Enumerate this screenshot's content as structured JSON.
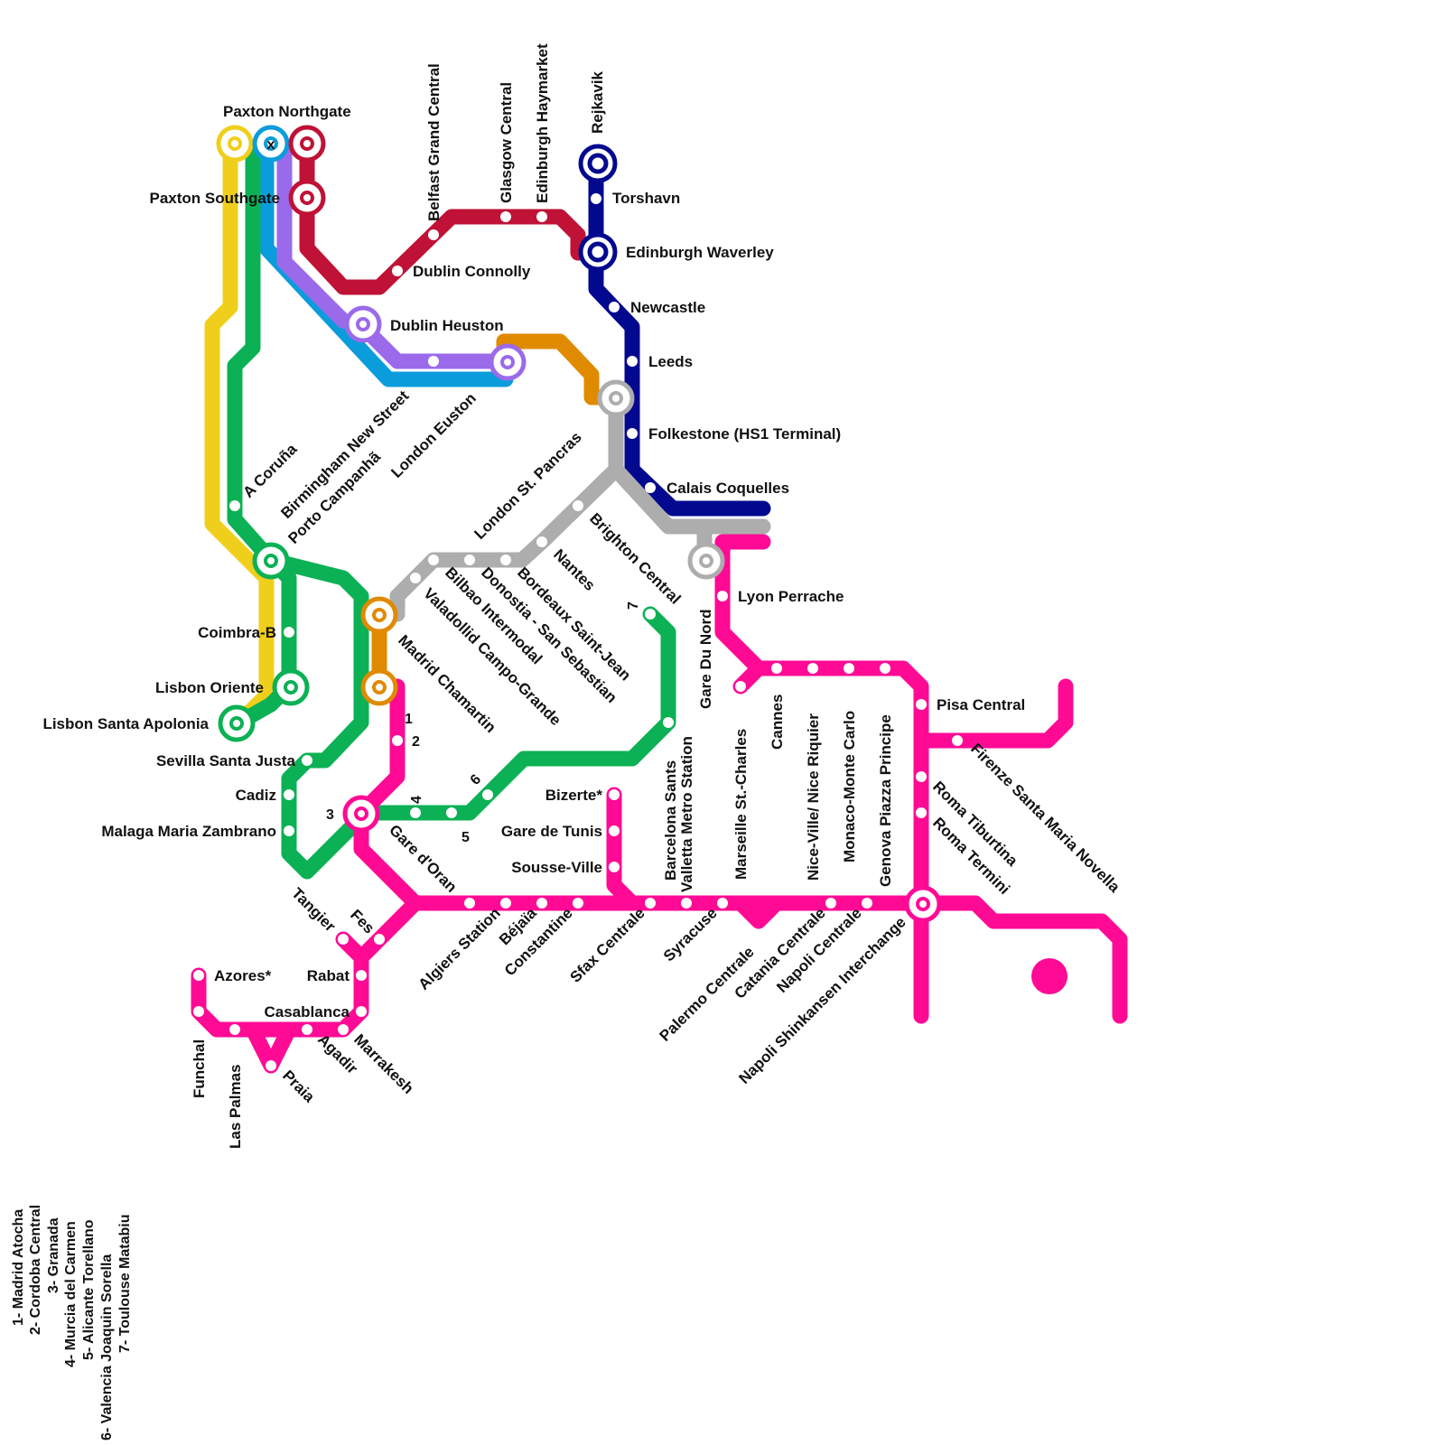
{
  "colors": {
    "yellow": "#f0cf1c",
    "green": "#0bb154",
    "lightblue": "#0b9cdb",
    "lilac": "#9b6aeb",
    "crimson": "#bf1236",
    "navy": "#03098f",
    "orange": "#e08a00",
    "grey": "#adadad",
    "magenta": "#ff0a95"
  },
  "stations": {
    "paxton_northgate": "Paxton Northgate",
    "paxton_southgate": "Paxton Southgate",
    "belfast": "Belfast Grand Central",
    "glasgow": "Glasgow Central",
    "edinburgh_haymarket": "Edinburgh Haymarket",
    "rejkavik": "Rejkavik",
    "torshavn": "Torshavn",
    "edinburgh_waverley": "Edinburgh Waverley",
    "newcastle": "Newcastle",
    "leeds": "Leeds",
    "folkestone": "Folkestone (HS1 Terminal)",
    "calais": "Calais Coquelles",
    "dublin_connolly": "Dublin Connolly",
    "dublin_heuston": "Dublin Heuston",
    "birmingham": "Birmingham New Street",
    "london_euston": "London Euston",
    "london_st_pancras": "London St. Pancras",
    "a_coruna": "A Coruña",
    "porto": "Porto Campanhã",
    "coimbra": "Coimbra-B",
    "lisbon_oriente": "Lisbon Oriente",
    "lisbon_apolonia": "Lisbon Santa Apolonia",
    "sevilla": "Sevilla Santa Justa",
    "cadiz": "Cadiz",
    "malaga": "Malaga Maria Zambrano",
    "madrid": "Madrid Chamartin",
    "valladolid": "Valadollid Campo-Grande",
    "bilbao": "Bilbao Intermodal",
    "donostia": "Donostia - San Sebastian",
    "bordeaux": "Bordeaux Saint-Jean",
    "nantes": "Nantes",
    "brighton": "Brighton Central",
    "gare_du_nord": "Gare Du Nord",
    "lyon": "Lyon Perrache",
    "marseille": "Marseille St.-Charles",
    "cannes": "Cannes",
    "nice": "Nice-Ville/ Nice Riquier",
    "monaco": "Monaco-Monte Carlo",
    "genova": "Genova Piazza Principe",
    "pisa": "Pisa Central",
    "firenze": "Firenze Santa Maria Novella",
    "roma_tiburtina": "Roma Tiburtina",
    "roma_termini": "Roma Termini",
    "napoli_shinkansen": "Napoli Shinkansen Interchange",
    "napoli_centrale": "Napoli Centrale",
    "catania": "Catania Centrale",
    "palermo": "Palermo Centrale",
    "syracuse": "Syracuse",
    "valletta": "Valletta Metro Station",
    "barcelona": "Barcelona Sants",
    "sfax": "Sfax Centrale",
    "constantine": "Constantine",
    "bejaia": "Béjaïa",
    "algiers": "Algiers Station",
    "gare_doran": "Gare d'Oran",
    "bizerte": "Bizerte*",
    "gare_de_tunis": "Gare de Tunis",
    "sousse": "Sousse-Ville",
    "tangier": "Tangier",
    "fes": "Fes",
    "rabat": "Rabat",
    "casablanca": "Casablanca",
    "marrakesh": "Marrakesh",
    "agadir": "Agadir",
    "praia": "Praia",
    "las_palmas": "Las Palmas",
    "funchal": "Funchal",
    "azores": "Azores*"
  },
  "markers": {
    "x": "x",
    "n1": "1",
    "n2": "2",
    "n3": "3",
    "n4": "4",
    "n5": "5",
    "n6": "6",
    "n7": "7"
  },
  "legend": [
    "1- Madrid Atocha",
    "2- Cordoba Central",
    "3- Granada",
    "4- Murcia del Carmen",
    "5- Alicante Torellano",
    "6- Valencia Joaquin Sorella",
    "7- Toulouse Matabiu"
  ]
}
